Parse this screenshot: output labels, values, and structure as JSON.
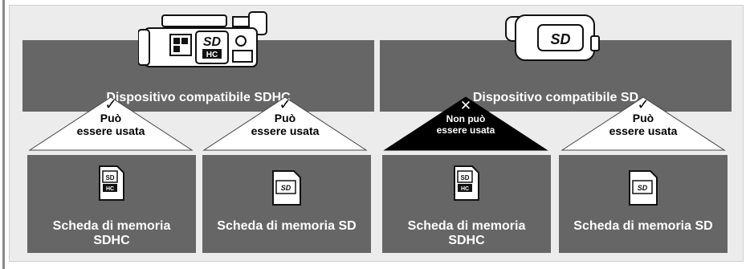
{
  "devices": [
    {
      "label": "Dispositivo compatibile SDHC",
      "camera": "professional-camcorder-icon"
    },
    {
      "label": "Dispositivo compatibile SD",
      "camera": "compact-camcorder-icon"
    }
  ],
  "compat": [
    {
      "mark": "✓",
      "line1": "Può",
      "line2": "essere usata"
    },
    {
      "mark": "✓",
      "line1": "Può",
      "line2": "essere usata"
    },
    {
      "mark": "✕",
      "line1": "Non può",
      "line2": "essere usata"
    },
    {
      "mark": "✓",
      "line1": "Può",
      "line2": "essere usata"
    }
  ],
  "cards": [
    {
      "line1": "Scheda di memoria",
      "line2": "SDHC",
      "type": "sdhc-card-icon"
    },
    {
      "line1": "Scheda di memoria SD",
      "line2": "",
      "type": "sd-card-icon"
    },
    {
      "line1": "Scheda di memoria",
      "line2": "SDHC",
      "type": "sdhc-card-icon"
    },
    {
      "line1": "Scheda di memoria SD",
      "line2": "",
      "type": "sd-card-icon"
    }
  ],
  "colors": {
    "panel": "#ececec",
    "box": "#666666",
    "positive": "#ffffff",
    "negative": "#000000"
  }
}
